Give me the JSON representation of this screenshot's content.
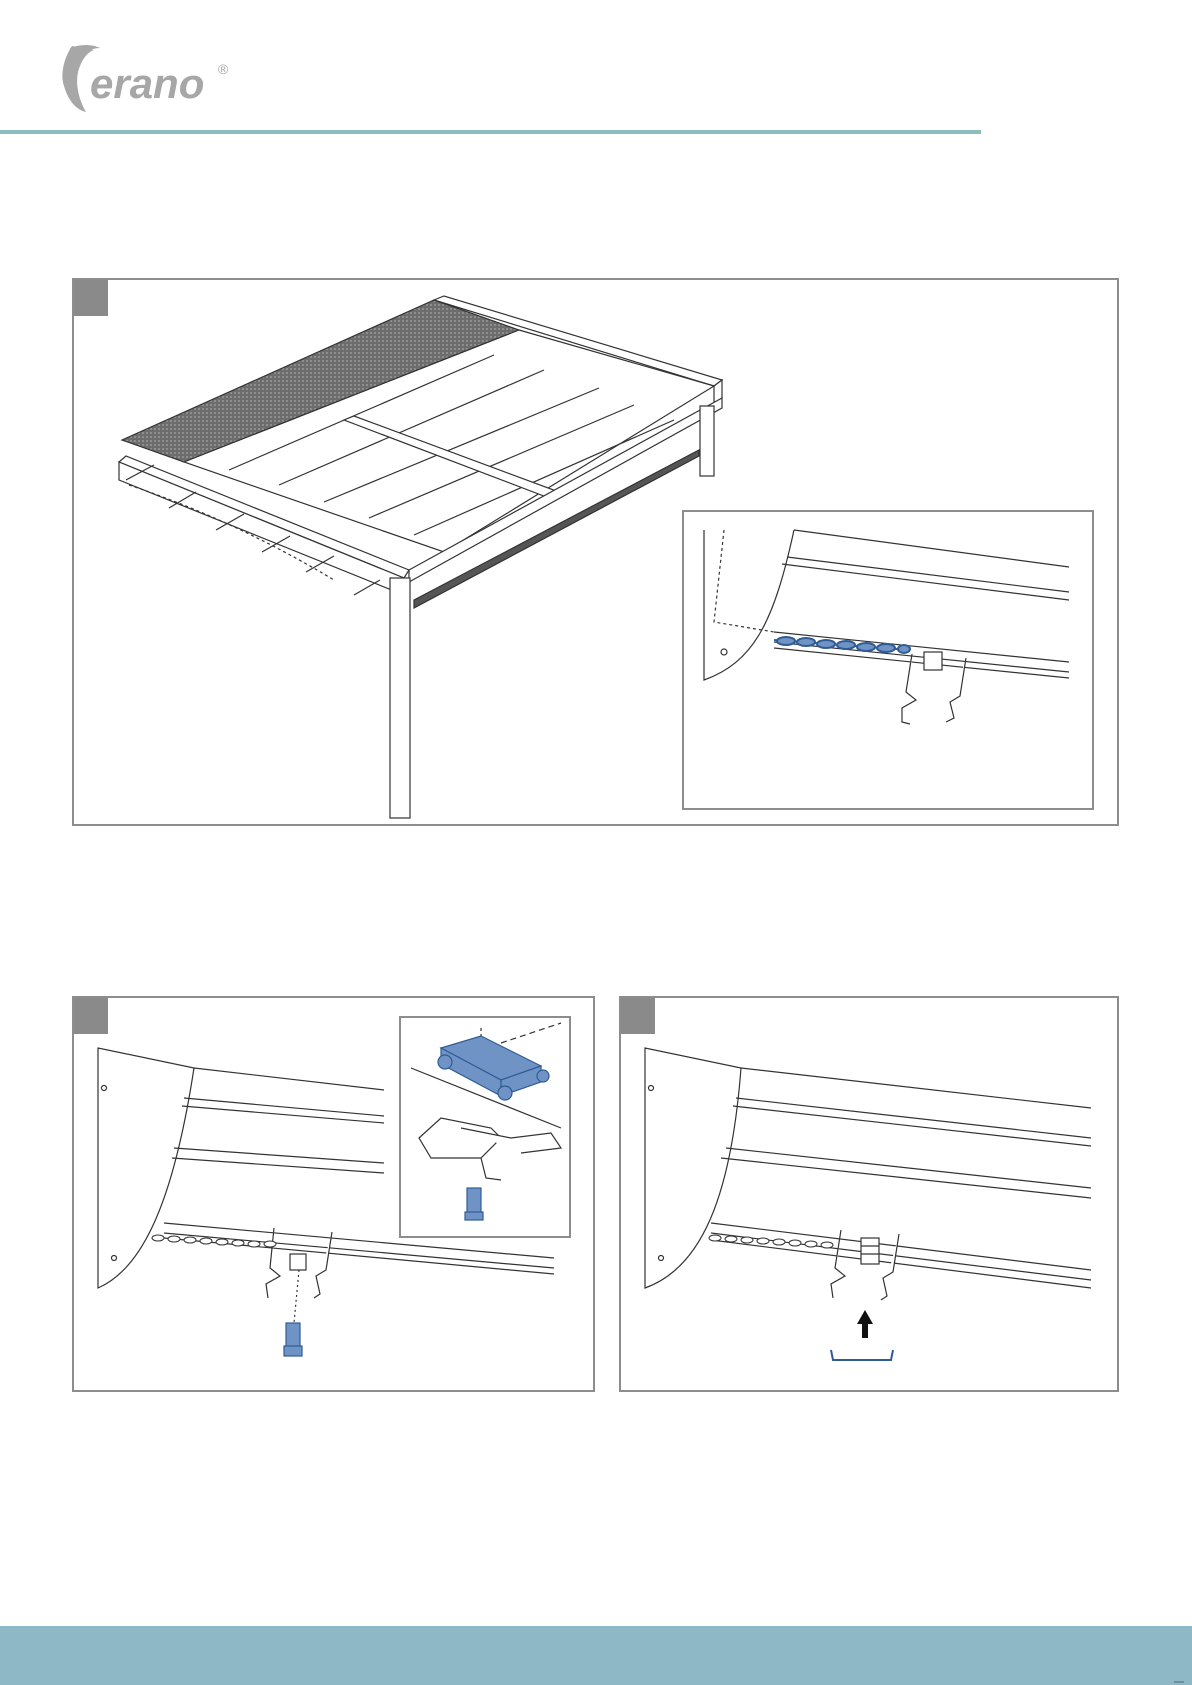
{
  "brand": {
    "logo_text": "erano",
    "registered": "®"
  },
  "colors": {
    "accent_rule": "#8fbcbf",
    "footer_band": "#8fb8c6",
    "highlight_part": "#6f93c4",
    "frame": "#8d8d8d",
    "step_box": "#8a8a8a"
  },
  "figures": [
    {
      "id": "overview",
      "content": "pergola-roof-with-detail-inset"
    },
    {
      "id": "bolt-step",
      "content": "carrier-with-bolt-and-detail-inset"
    },
    {
      "id": "clip-step",
      "content": "carrier-with-push-up-arrow"
    }
  ]
}
